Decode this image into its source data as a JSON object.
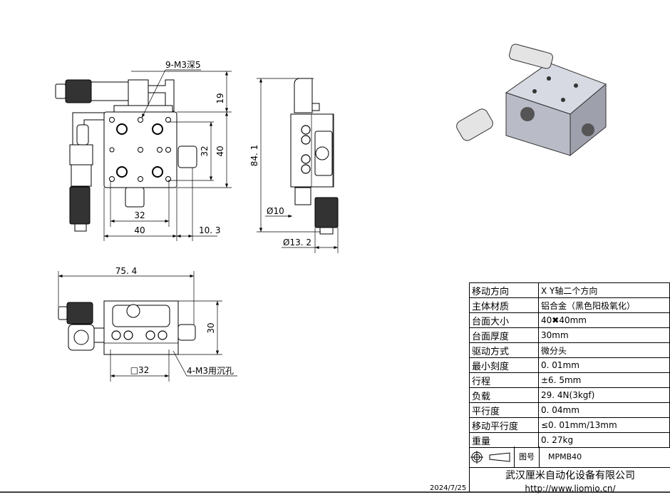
{
  "front_view": {
    "hole_label": "9-M3深5",
    "dim_19": "19",
    "dim_40_v": "40",
    "dim_32_v": "32",
    "dim_32_h": "32",
    "dim_40_h": "40",
    "dim_10_3": "10. 3"
  },
  "side_view": {
    "dim_84_1": "84. 1",
    "dim_d10": "Ø10",
    "dim_d13_2": "Ø13. 2"
  },
  "bottom_view": {
    "dim_75_4": "75. 4",
    "dim_30": "30",
    "dim_sq32": "□32",
    "hole_label": "4-M3用沉孔"
  },
  "specs": [
    {
      "k": "移动方向",
      "v": "X Y轴二个方向"
    },
    {
      "k": "主体材质",
      "v": "铝合金（黑色阳极氧化）"
    },
    {
      "k": "台面大小",
      "v": "40✖40mm"
    },
    {
      "k": "台面厚度",
      "v": "30mm"
    },
    {
      "k": "驱动方式",
      "v": "微分头"
    },
    {
      "k": "最小刻度",
      "v": "0. 01mm"
    },
    {
      "k": "行程",
      "v": "±6. 5mm"
    },
    {
      "k": "负载",
      "v": "29. 4N(3kgf)"
    },
    {
      "k": "平行度",
      "v": "0. 04mm"
    },
    {
      "k": "移动平行度",
      "v": "≤0. 01mm/13mm"
    },
    {
      "k": "重量",
      "v": "0. 27kg"
    }
  ],
  "title_block": {
    "drawing_no_label": "图号",
    "drawing_no": "MPMB40",
    "company": "武汉厘米自动化设备有限公司",
    "url": "http://www.liomio.cn/"
  },
  "date": "2024/7/25"
}
